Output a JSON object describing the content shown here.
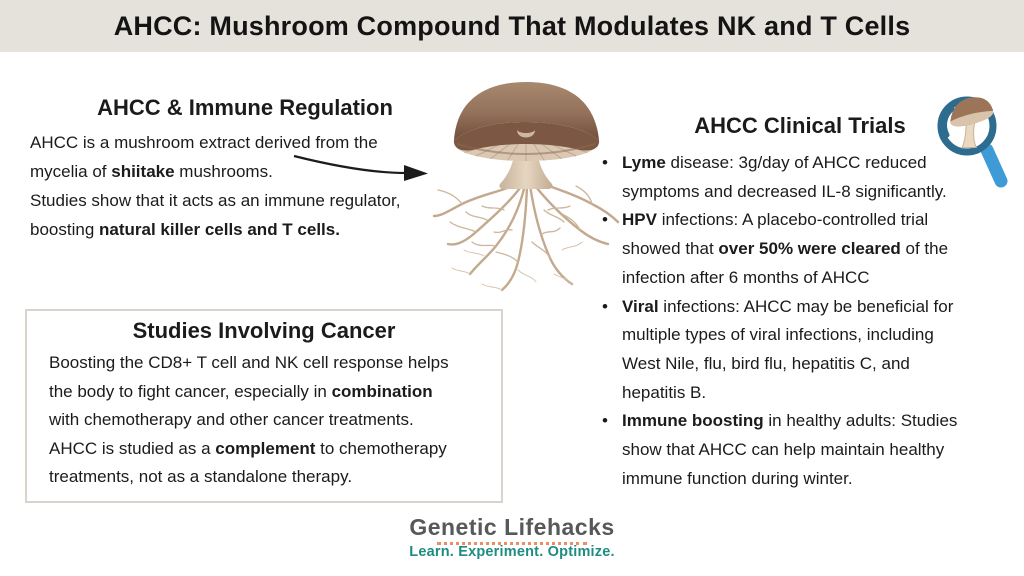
{
  "header": {
    "title": "AHCC: Mushroom Compound That Modulates NK and T Cells",
    "bg_color": "#e5e1db"
  },
  "immune_section": {
    "heading": "AHCC & Immune Regulation",
    "lines": [
      [
        {
          "t": "AHCC is a mushroom extract derived from the"
        }
      ],
      [
        {
          "t": "mycelia of "
        },
        {
          "t": "shiitake",
          "b": true
        },
        {
          "t": " mushrooms."
        }
      ],
      [
        {
          "t": "Studies show that it acts as an immune regulator,"
        }
      ],
      [
        {
          "t": "boosting "
        },
        {
          "t": "natural killer cells and T cells.",
          "b": true
        }
      ]
    ]
  },
  "clinical_section": {
    "heading": "AHCC Clinical Trials",
    "bullets": [
      {
        "lines": [
          [
            {
              "t": "Lyme",
              "b": true
            },
            {
              "t": " disease: 3g/day of AHCC reduced"
            }
          ],
          [
            {
              "t": "symptoms and decreased IL-8 significantly."
            }
          ]
        ]
      },
      {
        "lines": [
          [
            {
              "t": "HPV",
              "b": true
            },
            {
              "t": " infections: A placebo-controlled trial"
            }
          ],
          [
            {
              "t": "showed that "
            },
            {
              "t": "over 50% were cleared",
              "b": true
            },
            {
              "t": " of the"
            }
          ],
          [
            {
              "t": "infection after 6 months of AHCC"
            }
          ]
        ]
      },
      {
        "lines": [
          [
            {
              "t": "Viral",
              "b": true
            },
            {
              "t": " infections: AHCC may be beneficial for"
            }
          ],
          [
            {
              "t": "multiple types of viral infections, including"
            }
          ],
          [
            {
              "t": "West Nile, flu, bird flu, hepatitis C, and"
            }
          ],
          [
            {
              "t": "hepatitis B."
            }
          ]
        ]
      },
      {
        "lines": [
          [
            {
              "t": "Immune boosting",
              "b": true
            },
            {
              "t": " in healthy adults: Studies"
            }
          ],
          [
            {
              "t": "show that AHCC can help maintain healthy"
            }
          ],
          [
            {
              "t": "immune function during winter."
            }
          ]
        ]
      }
    ]
  },
  "cancer_box": {
    "heading": "Studies Involving Cancer",
    "lines": [
      [
        {
          "t": "Boosting the CD8+ T cell and NK cell response helps"
        }
      ],
      [
        {
          "t": "the body to fight cancer, especially in "
        },
        {
          "t": "combination",
          "b": true
        }
      ],
      [
        {
          "t": "with chemotherapy and other cancer treatments."
        }
      ],
      [
        {
          "t": "AHCC is studied as a "
        },
        {
          "t": "complement",
          "b": true
        },
        {
          "t": " to chemotherapy"
        }
      ],
      [
        {
          "t": "treatments, not as a standalone therapy."
        }
      ]
    ]
  },
  "brand": {
    "name": "Genetic Lifehacks",
    "tagline": "Learn. Experiment. Optimize.",
    "name_color": "#57585a",
    "tagline_color": "#1e8c81",
    "dots_color": "#ec8d62"
  },
  "icons": {
    "mushroom_illustration": "shiitake mushroom with mycelia roots",
    "magnifier_icon": "magnifying glass over mushroom",
    "arrow_icon": "curved arrow pointing to mushroom mycelia"
  },
  "colors": {
    "header_bg": "#e5e1db",
    "body_text": "#1b1b1b",
    "box_border": "#d9d3cc",
    "magnifier_ring": "#2d6c8f",
    "magnifier_handle": "#3f9bd6",
    "mushroom_cap": "#96755d",
    "mushroom_gills": "#dbc8b4",
    "mushroom_roots": "#c8ae93"
  }
}
